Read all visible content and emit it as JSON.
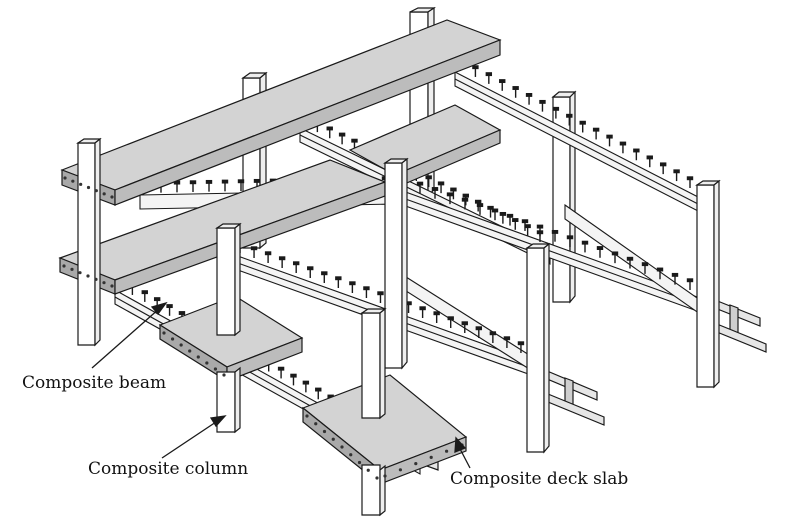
{
  "labels": {
    "beam": "Composite beam",
    "column": "Composite column",
    "slab": "Composite deck slab"
  },
  "colors": {
    "line": "#1a1a1a",
    "slab_top": "#d3d3d3",
    "slab_side": "#a9a9a9",
    "column_face": "#ffffff",
    "column_side": "#eeeeee",
    "beam_web": "#f4f4f4",
    "background": "#ffffff"
  }
}
